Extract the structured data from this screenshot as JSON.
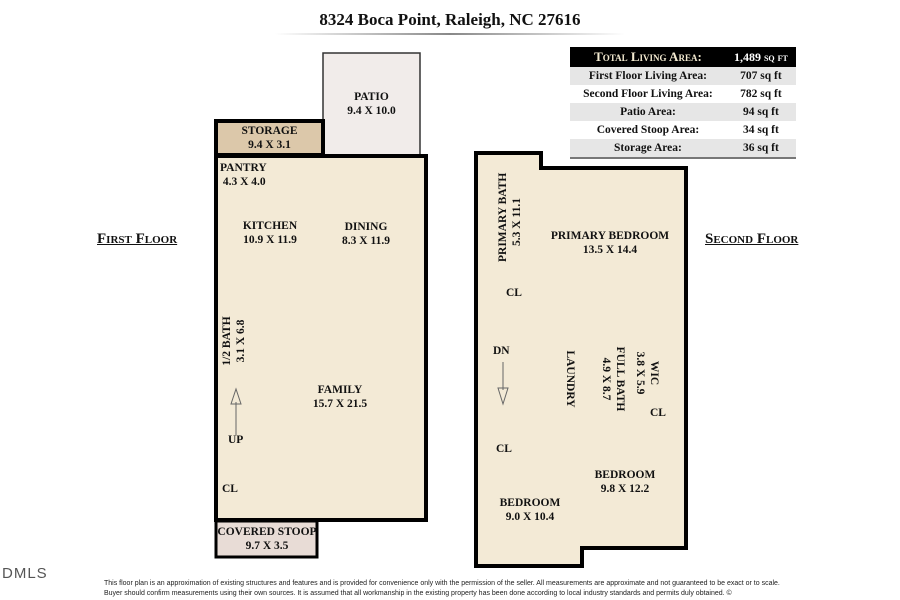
{
  "title": "8324 Boca Point, Raleigh, NC 27616",
  "first_floor": {
    "label": "First Floor",
    "rooms": [
      {
        "name": "PATIO",
        "dims": "9.4 X 10.0"
      },
      {
        "name": "STORAGE",
        "dims": "9.4 X 3.1"
      },
      {
        "name": "PANTRY",
        "dims": "4.3 X 4.0"
      },
      {
        "name": "KITCHEN",
        "dims": "10.9 X 11.9"
      },
      {
        "name": "DINING",
        "dims": "8.3 X 11.9"
      },
      {
        "name": "1/2 BATH",
        "dims": "3.1 X 6.8"
      },
      {
        "name": "FAMILY",
        "dims": "15.7 X 21.5"
      },
      {
        "name": "COVERED STOOP",
        "dims": "9.7 X 3.5"
      }
    ],
    "stair_label": "UP",
    "closet": "CL"
  },
  "second_floor": {
    "label": "Second Floor",
    "rooms": [
      {
        "name": "PRIMARY BATH",
        "dims": "5.3 X 11.1"
      },
      {
        "name": "PRIMARY BEDROOM",
        "dims": "13.5 X 14.4"
      },
      {
        "name": "LAUNDRY",
        "dims": ""
      },
      {
        "name": "FULL BATH",
        "dims": "4.9 X 8.7"
      },
      {
        "name": "WIC",
        "dims": "3.8 X 5.9"
      },
      {
        "name": "BEDROOM",
        "dims": "9.8 X 12.2"
      },
      {
        "name": "BEDROOM",
        "dims": "9.0 X 10.4"
      }
    ],
    "stair_label": "DN",
    "closets": [
      "CL",
      "CL",
      "CL"
    ]
  },
  "area_table": [
    {
      "label": "Total Living Area:",
      "value": "1,489 sq ft"
    },
    {
      "label": "First Floor Living Area:",
      "value": "707 sq ft"
    },
    {
      "label": "Second Floor Living Area:",
      "value": "782 sq ft"
    },
    {
      "label": "Patio Area:",
      "value": "94 sq ft"
    },
    {
      "label": "Covered Stoop Area:",
      "value": "34 sq ft"
    },
    {
      "label": "Storage Area:",
      "value": "36 sq ft"
    }
  ],
  "colors": {
    "living": "#f3ead6",
    "storage": "#dcc8aa",
    "patio": "#f1ecea",
    "stoop": "#e8dcd6",
    "wall": "#000000"
  },
  "logo": "DMLS",
  "disclaimer": "This floor plan is an approximation of existing structures and features and is provided for convenience only with the permission of the seller.  All measurements are approximate and not guaranteed to be exact or to scale.  Buyer should confirm measurements using their own sources.  It is assumed that all workmanship in the existing property has been done according to local industry standards and permits duly obtained.  ©"
}
